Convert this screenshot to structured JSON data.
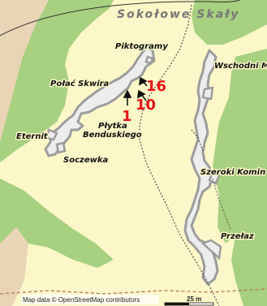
{
  "map": {
    "title": "Sokołowe Skały",
    "labels": {
      "piktogramy": "Piktogramy",
      "polac_skwira": "Połać Skwira",
      "eternit": "Eternit",
      "plytka_line1": "Płytka",
      "plytka_line2": "Benduskiego",
      "soczewka": "Soczewka",
      "wschodni": "Wschodni M",
      "szeroki_komin": "Szeroki Komin",
      "przelaz": "Przełaz"
    },
    "routes": {
      "r1": "1",
      "r10": "10",
      "r16": "16"
    },
    "attribution": "Map data © OpenStreetMap contributors",
    "scale_label": "25 m",
    "colors": {
      "background": "#fbf7c8",
      "forest": "#a7d080",
      "farmland": "#e9d4b6",
      "rock": "#9c9c9c",
      "rock_fill": "#ededed",
      "route": "#e4161a"
    }
  }
}
